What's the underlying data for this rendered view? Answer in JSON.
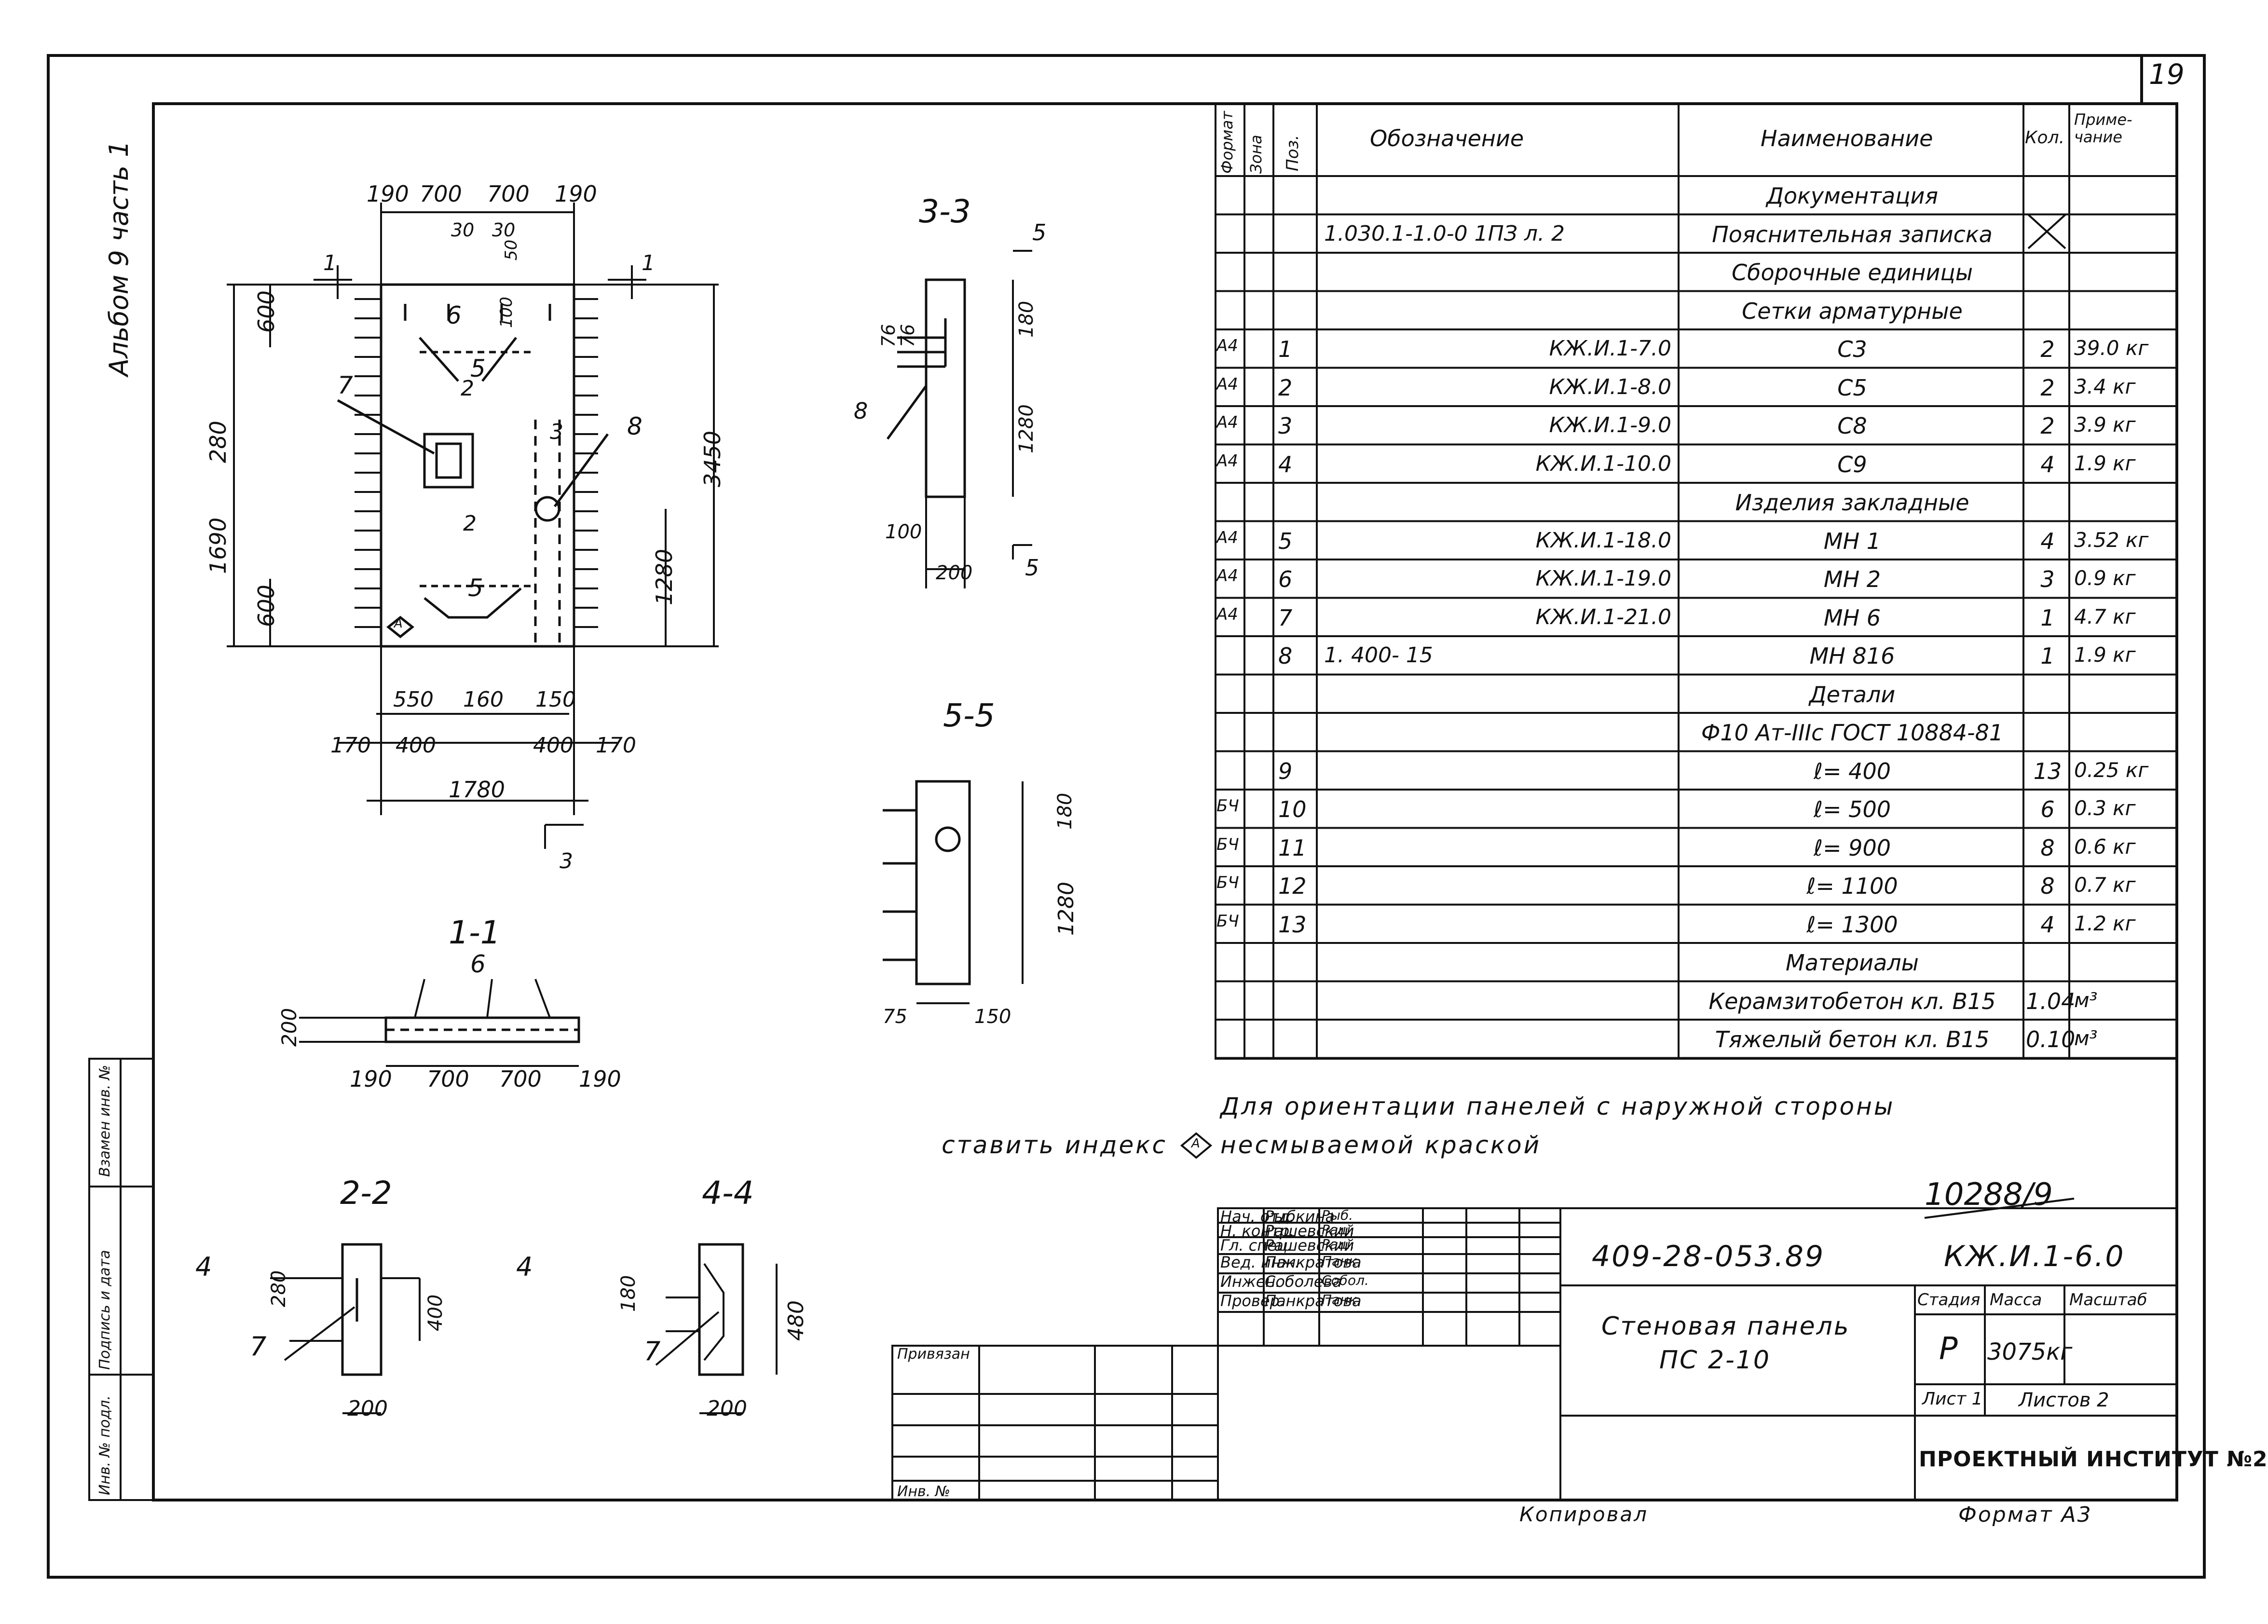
{
  "sheet": {
    "sheet_number": "19",
    "album_label": "Альбом 9 часть 1",
    "side_labels": [
      "Инв. № подл.",
      "Подпись и дата",
      "Взамен инв. №"
    ]
  },
  "drawing": {
    "main_view": {
      "dims_top": [
        "190",
        "700",
        "700",
        "190"
      ],
      "dims_top_inner": [
        "30",
        "30",
        "50",
        "100"
      ],
      "dims_left": [
        "600",
        "280",
        "1690",
        "600"
      ],
      "dims_right": [
        "3450",
        "1280"
      ],
      "dims_bottom": [
        "550",
        "160",
        "150",
        "170",
        "400",
        "400",
        "170",
        "1780"
      ],
      "callouts": [
        "1",
        "1",
        "2",
        "2",
        "3",
        "3",
        "5",
        "5",
        "6",
        "7",
        "8"
      ],
      "index_mark": "A"
    },
    "section_3_3": {
      "title": "3-3",
      "dims": [
        "5",
        "180",
        "76",
        "76",
        "1280",
        "100",
        "200",
        "5"
      ],
      "callout": "8"
    },
    "section_5_5": {
      "title": "5-5",
      "dims": [
        "180",
        "1280",
        "75",
        "150"
      ]
    },
    "section_1_1": {
      "title": "1-1",
      "dims": [
        "200",
        "190",
        "700",
        "700",
        "190"
      ],
      "callout": "6"
    },
    "section_2_2": {
      "title": "2-2",
      "dims": [
        "280",
        "400",
        "200"
      ],
      "callouts": [
        "4",
        "4",
        "7"
      ]
    },
    "section_4_4": {
      "title": "4-4",
      "dims": [
        "180",
        "480",
        "200"
      ],
      "callout": "7"
    }
  },
  "spec_table": {
    "headers": {
      "format": "Формат",
      "zone": "Зона",
      "pos": "Поз.",
      "designation": "Обозначение",
      "name": "Наименование",
      "qty": "Кол.",
      "note": "Приме-чание"
    },
    "rows": [
      {
        "format": "",
        "pos": "",
        "designation": "",
        "name": "Документация",
        "qty": "",
        "note": "",
        "kind": "section"
      },
      {
        "format": "",
        "pos": "",
        "designation": "1.030.1-1.0-0  1ПЗ  л. 2",
        "name": "Пояснительная записка",
        "qty": "",
        "note": "",
        "kind": "row",
        "qty_cross": true
      },
      {
        "format": "",
        "pos": "",
        "designation": "",
        "name": "Сборочные единицы",
        "qty": "",
        "note": "",
        "kind": "section"
      },
      {
        "format": "",
        "pos": "",
        "designation": "",
        "name": "Сетки арматурные",
        "qty": "",
        "note": "",
        "kind": "section"
      },
      {
        "format": "А4",
        "pos": "1",
        "designation": "КЖ.И.1-7.0",
        "name": "С3",
        "qty": "2",
        "note": "39.0 кг"
      },
      {
        "format": "А4",
        "pos": "2",
        "designation": "КЖ.И.1-8.0",
        "name": "С5",
        "qty": "2",
        "note": "3.4 кг"
      },
      {
        "format": "А4",
        "pos": "3",
        "designation": "КЖ.И.1-9.0",
        "name": "С8",
        "qty": "2",
        "note": "3.9 кг"
      },
      {
        "format": "А4",
        "pos": "4",
        "designation": "КЖ.И.1-10.0",
        "name": "С9",
        "qty": "4",
        "note": "1.9 кг"
      },
      {
        "format": "",
        "pos": "",
        "designation": "",
        "name": "Изделия закладные",
        "qty": "",
        "note": "",
        "kind": "section"
      },
      {
        "format": "А4",
        "pos": "5",
        "designation": "КЖ.И.1-18.0",
        "name": "МН 1",
        "qty": "4",
        "note": "3.52 кг"
      },
      {
        "format": "А4",
        "pos": "6",
        "designation": "КЖ.И.1-19.0",
        "name": "МН 2",
        "qty": "3",
        "note": "0.9 кг"
      },
      {
        "format": "А4",
        "pos": "7",
        "designation": "КЖ.И.1-21.0",
        "name": "МН 6",
        "qty": "1",
        "note": "4.7 кг"
      },
      {
        "format": "",
        "pos": "8",
        "designation": "1. 400- 15",
        "name": "МН 816",
        "qty": "1",
        "note": "1.9 кг"
      },
      {
        "format": "",
        "pos": "",
        "designation": "",
        "name": "Детали",
        "qty": "",
        "note": "",
        "kind": "section"
      },
      {
        "format": "",
        "pos": "",
        "designation": "",
        "name": "Ф10 Ат-IIIс ГОСТ 10884-81",
        "qty": "",
        "note": ""
      },
      {
        "format": "",
        "pos": "9",
        "designation": "",
        "name": "ℓ= 400",
        "qty": "13",
        "note": "0.25 кг"
      },
      {
        "format": "БЧ",
        "pos": "10",
        "designation": "",
        "name": "ℓ= 500",
        "qty": "6",
        "note": "0.3 кг"
      },
      {
        "format": "БЧ",
        "pos": "11",
        "designation": "",
        "name": "ℓ= 900",
        "qty": "8",
        "note": "0.6 кг"
      },
      {
        "format": "БЧ",
        "pos": "12",
        "designation": "",
        "name": "ℓ= 1100",
        "qty": "8",
        "note": "0.7 кг"
      },
      {
        "format": "БЧ",
        "pos": "13",
        "designation": "",
        "name": "ℓ= 1300",
        "qty": "4",
        "note": "1.2 кг"
      },
      {
        "format": "",
        "pos": "",
        "designation": "",
        "name": "Материалы",
        "qty": "",
        "note": "",
        "kind": "section"
      },
      {
        "format": "",
        "pos": "",
        "designation": "",
        "name": "Керамзитобетон кл. В15",
        "qty": "1.04",
        "note": "м³"
      },
      {
        "format": "",
        "pos": "",
        "designation": "",
        "name": "Тяжелый бетон кл. В15",
        "qty": "0.10",
        "note": "м³"
      }
    ]
  },
  "note": {
    "line1": "Для ориентации панелей с наружной стороны",
    "line2_before": "ставить индекс",
    "line2_mark": "A",
    "line2_after": "несмываемой краской"
  },
  "title_block": {
    "inventory": "10288/9",
    "doc_code": "409-28-053.89",
    "sheet_code": "КЖ.И.1-6.0",
    "title_line1": "Стеновая панель",
    "title_line2": "ПС 2-10",
    "stage_label": "Стадия",
    "mass_label": "Масса",
    "scale_label": "Масштаб",
    "stage": "Р",
    "mass": "3075кг",
    "scale": "",
    "sheet_label": "Лист 1",
    "sheets_label": "Листов 2",
    "organization": "ПРОЕКТНЫЙ ИНСТИТУТ №2",
    "signatures": [
      {
        "role": "Нач. отд.",
        "name": "Рыбкина",
        "sign": "Рыб."
      },
      {
        "role": "Н. контр.",
        "name": "Рашевский",
        "sign": "Раш."
      },
      {
        "role": "Гл. спец.",
        "name": "Рашевский",
        "sign": "Раш."
      },
      {
        "role": "Вед. инж.",
        "name": "Панкратова",
        "sign": "Панк."
      },
      {
        "role": "Инжен.",
        "name": "Соболева",
        "sign": "Собол."
      },
      {
        "role": "Провер.",
        "name": "Панкратова",
        "sign": "Панк."
      }
    ],
    "privyazan": "Привязан",
    "inv_no": "Инв. №"
  },
  "footer": {
    "copied": "Копировал",
    "format": "Формат А3"
  }
}
